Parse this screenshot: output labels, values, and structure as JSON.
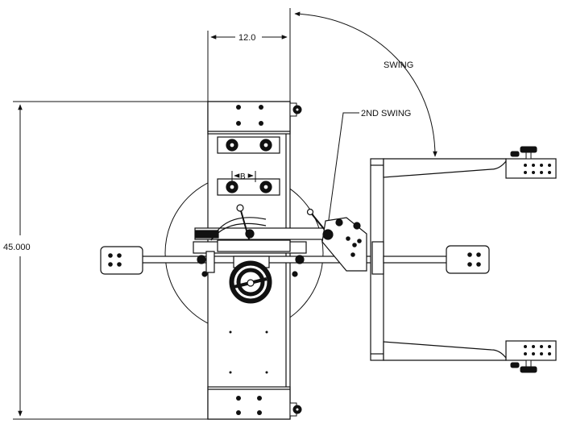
{
  "dimensions": {
    "width_label": "12.0",
    "height_label": "45.000",
    "b_label": "B"
  },
  "callouts": {
    "swing": "SWING",
    "second_swing": "2ND SWING"
  }
}
